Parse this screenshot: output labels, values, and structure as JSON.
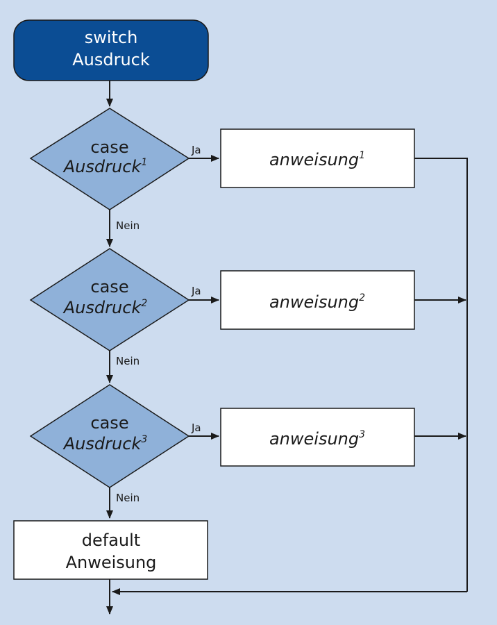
{
  "colors": {
    "background": "#cddcef",
    "start_fill": "#0b4d94",
    "diamond_fill": "#8fb1d9",
    "box_fill": "#ffffff",
    "line": "#1a1a1a"
  },
  "start": {
    "line1": "switch",
    "line2": "Ausdruck"
  },
  "cases": [
    {
      "keyword": "case",
      "expr": "Ausdruck",
      "expr_sup": "1",
      "yes": "Ja",
      "no": "Nein",
      "stmt": "anweisung",
      "stmt_sup": "1"
    },
    {
      "keyword": "case",
      "expr": "Ausdruck",
      "expr_sup": "2",
      "yes": "Ja",
      "no": "Nein",
      "stmt": "anweisung",
      "stmt_sup": "2"
    },
    {
      "keyword": "case",
      "expr": "Ausdruck",
      "expr_sup": "3",
      "yes": "Ja",
      "no": "Nein",
      "stmt": "anweisung",
      "stmt_sup": "3"
    }
  ],
  "default_box": {
    "line1": "default",
    "line2": "Anweisung"
  }
}
